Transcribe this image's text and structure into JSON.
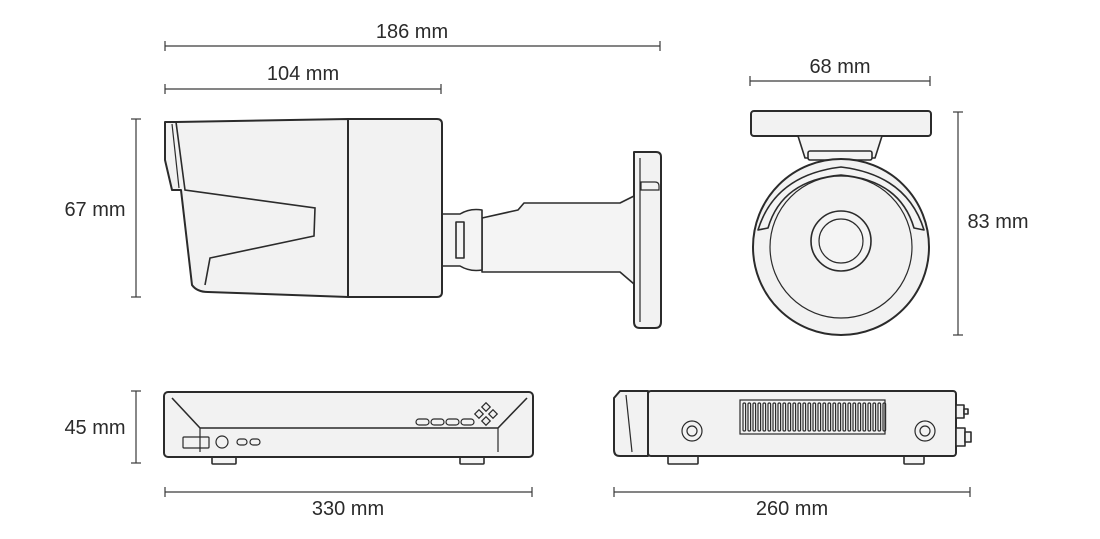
{
  "dimensions": {
    "camera_total_length": "186 mm",
    "camera_body_length": "104 mm",
    "camera_side_height": "67 mm",
    "camera_front_width": "68 mm",
    "camera_front_height": "83 mm",
    "nvr_front_height": "45 mm",
    "nvr_front_width": "330 mm",
    "nvr_side_depth": "260 mm"
  }
}
